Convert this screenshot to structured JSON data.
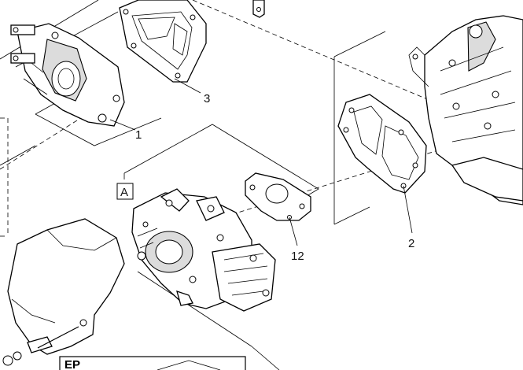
{
  "callouts": {
    "p1": "1",
    "p2": "2",
    "p3": "3",
    "p12": "12"
  },
  "ref_box_label": "A",
  "corner_label": "EP"
}
